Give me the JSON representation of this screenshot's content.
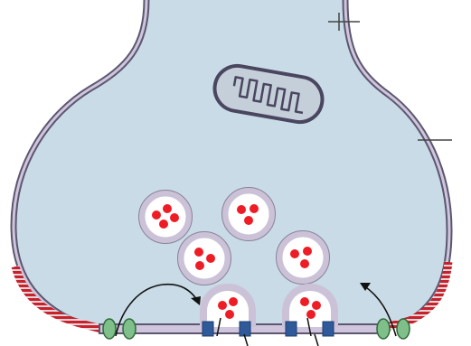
{
  "diagram": {
    "subject": "synapse-axon-terminal",
    "labels": [],
    "colors": {
      "cytoplasm": "#c8dbe6",
      "membrane_outer": "#5c5670",
      "membrane_inner": "#cfc5dc",
      "vesicle_fill": "#ffffff",
      "vesicle_ring": "#cbc2d8",
      "neurotransmitter": "#ee1c25",
      "calcium_channel": "#2f5a9a",
      "receptor": "#7fbf8a",
      "transporter_band": "#c7212c",
      "mitochondrion_fill": "#c4cfd9",
      "arrow": "#111111"
    },
    "vesicles_visible": 6,
    "dots_per_vesicle": [
      4,
      3,
      3,
      3,
      3,
      3
    ],
    "calcium_channels": 4,
    "receptors": 4
  }
}
